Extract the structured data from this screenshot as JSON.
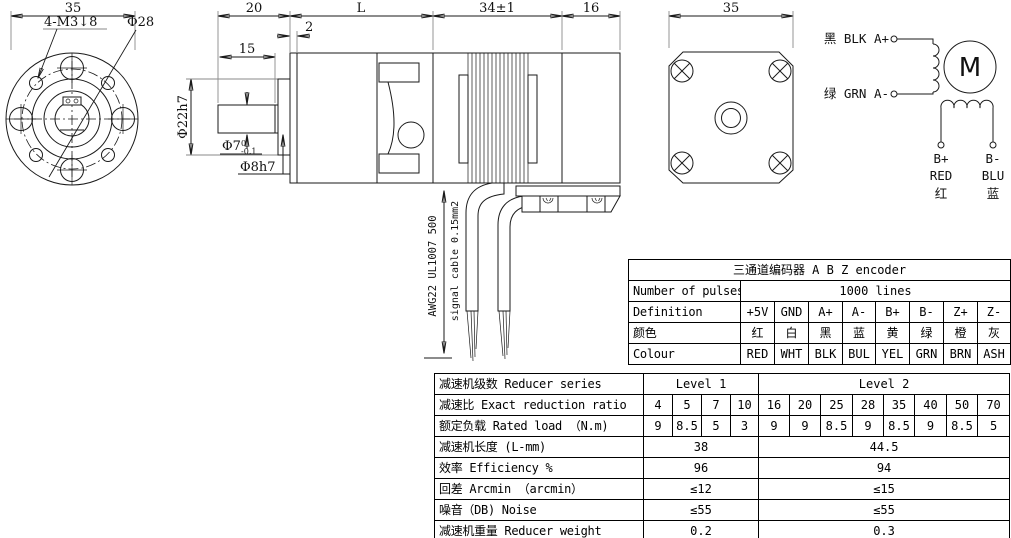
{
  "colors": {
    "highlight_red": "#d93a28",
    "line": "#1a1a1a"
  },
  "drawing": {
    "front_view": {
      "width_dim": "35",
      "screw_note": "4-M3↓8",
      "bolt_circle_dim": "Φ28"
    },
    "side_view": {
      "shaft_len_dim": "20",
      "gearbox_len_dim": "L",
      "motor_len_dim": "34±1",
      "rear_len_dim": "16",
      "boss_len_dim": "2",
      "flat_len_dim": "15",
      "pilot_dia_dim": "Φ22h7",
      "shaft_tip_dia_dim": "Φ7",
      "shaft_tip_tol_upper": "0",
      "shaft_tip_tol_lower": "-0.1",
      "shaft_dia_dim": "Φ8h7"
    },
    "cables": {
      "awg_label": "AWG22 UL1007 500",
      "signal_label": "signal cable 0.15mm2"
    },
    "rear_view": {
      "width_dim": "35"
    }
  },
  "wiring": {
    "a_plus": "黑 BLK A+",
    "a_minus": "绿 GRN A-",
    "motor": "M",
    "b_plus": "B+",
    "b_plus_color_en": "RED",
    "b_plus_color_cn": "红",
    "b_minus": "B-",
    "b_minus_color_en": "BLU",
    "b_minus_color_cn": "蓝"
  },
  "encoder_table": {
    "title": "三通道编码器 A B Z encoder",
    "pulses_label": "Number of pulses",
    "pulses_value": "1000 lines",
    "definition_label": "Definition",
    "definitions": [
      "+5V",
      "GND",
      "A+",
      "A-",
      "B+",
      "B-",
      "Z+",
      "Z-"
    ],
    "color_cn_label": "颜色",
    "colors_cn": [
      "红",
      "白",
      "黑",
      "蓝",
      "黄",
      "绿",
      "橙",
      "灰"
    ],
    "color_en_label": "Colour",
    "colors_en": [
      "RED",
      "WHT",
      "BLK",
      "BUL",
      "YEL",
      "GRN",
      "BRN",
      "ASH"
    ]
  },
  "reducer_table": {
    "series_label": "减速机级数 Reducer series",
    "level1_label": "Level 1",
    "level2_label": "Level 2",
    "ratio_label": "减速比 Exact reduction ratio",
    "ratios": [
      "4",
      "5",
      "7",
      "10",
      "16",
      "20",
      "25",
      "28",
      "35",
      "40",
      "50",
      "70"
    ],
    "load_label": "额定负载 Rated load （N.m)",
    "loads": [
      "9",
      "8.5",
      "5",
      "3",
      "9",
      "9",
      "8.5",
      "9",
      "8.5",
      "9",
      "8.5",
      "5"
    ],
    "length_label": "减速机长度 (L-mm)",
    "length_level1": "38",
    "length_level2": "44.5",
    "efficiency_label": "效率 Efficiency %",
    "efficiency_level1": "96",
    "efficiency_level2": "94",
    "backlash_label": "回差 Arcmin （arcmin）",
    "backlash_level1": "≤12",
    "backlash_level2": "≤15",
    "noise_label": "噪音（DB) Noise",
    "noise_level1": "≤55",
    "noise_level2": "≤55",
    "weight_label": "减速机重量 Reducer weight",
    "weight_level1": "0.2",
    "weight_level2": "0.3"
  }
}
